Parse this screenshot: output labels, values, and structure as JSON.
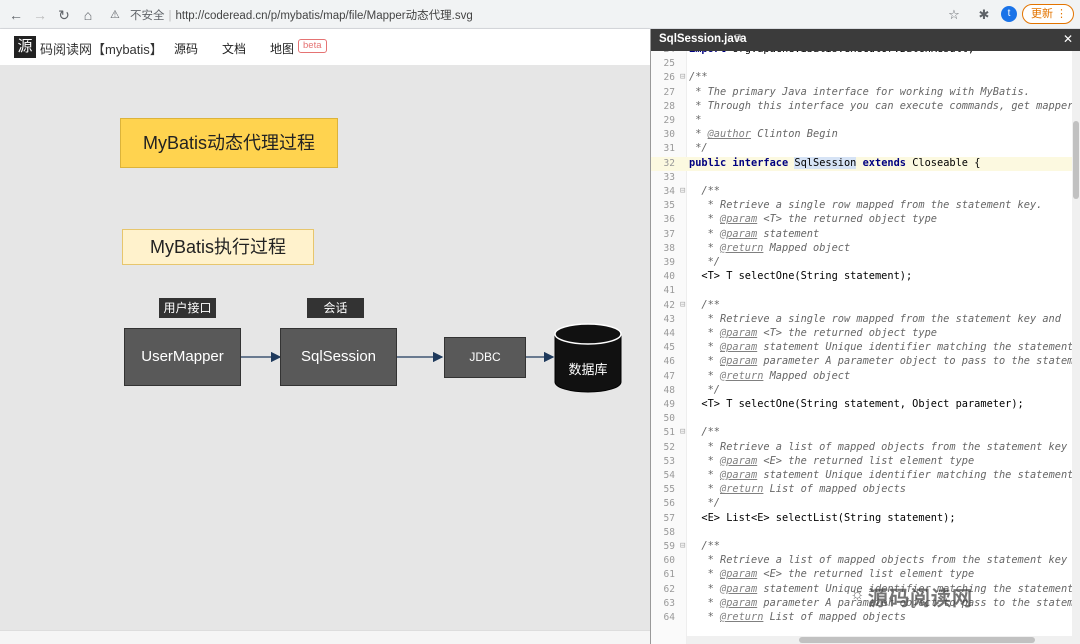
{
  "browser": {
    "insecure_label": "不安全",
    "url": "http://coderead.cn/p/mybatis/map/file/Mapper动态代理.svg",
    "update_label": "更新",
    "profile_initial": "t"
  },
  "site": {
    "logo_char": "源",
    "name": "码阅读网【mybatis】",
    "nav": [
      "源码",
      "文档",
      "地图"
    ],
    "beta": "beta"
  },
  "diagram": {
    "title_main": "MyBatis动态代理过程",
    "title_exec": "MyBatis执行过程",
    "tag_user": "用户接口",
    "tag_session": "会话",
    "node_mapper": "UserMapper",
    "node_session": "SqlSession",
    "node_jdbc": "JDBC",
    "node_db": "数据库",
    "colors": {
      "yellow": "#ffd34f",
      "cream": "#fff2cc",
      "node": "#595959"
    }
  },
  "panel": {
    "title": "SqlSession.java",
    "ext_icon": "external-link-icon",
    "close_icon": "close-icon"
  },
  "code": [
    {
      "n": "24",
      "t": [
        [
          "kw",
          "import"
        ],
        [
          "nm",
          " org.apache.ibatis.executor.BatchResult;"
        ]
      ]
    },
    {
      "n": "25",
      "t": []
    },
    {
      "n": "26",
      "f": true,
      "t": [
        [
          "cm",
          "/**"
        ]
      ]
    },
    {
      "n": "27",
      "t": [
        [
          "cm",
          " * The primary Java interface for working with MyBatis."
        ]
      ]
    },
    {
      "n": "28",
      "t": [
        [
          "cm",
          " * Through this interface you can execute commands, get mappers"
        ]
      ]
    },
    {
      "n": "29",
      "t": [
        [
          "cm",
          " *"
        ]
      ]
    },
    {
      "n": "30",
      "t": [
        [
          "cm",
          " * "
        ],
        [
          "tag",
          "@author"
        ],
        [
          "cm",
          " Clinton Begin"
        ]
      ]
    },
    {
      "n": "31",
      "t": [
        [
          "cm",
          " */"
        ]
      ]
    },
    {
      "n": "32",
      "hl": true,
      "t": [
        [
          "kw",
          "public interface "
        ],
        [
          "sel",
          "SqlSession"
        ],
        [
          "kw",
          " extends"
        ],
        [
          "nm",
          " Closeable {"
        ]
      ]
    },
    {
      "n": "33",
      "t": []
    },
    {
      "n": "34",
      "f": true,
      "t": [
        [
          "cm",
          "  /**"
        ]
      ]
    },
    {
      "n": "35",
      "t": [
        [
          "cm",
          "   * Retrieve a single row mapped from the statement key."
        ]
      ]
    },
    {
      "n": "36",
      "t": [
        [
          "cm",
          "   * "
        ],
        [
          "tag",
          "@param"
        ],
        [
          "cm",
          " <T> the returned object type"
        ]
      ]
    },
    {
      "n": "37",
      "t": [
        [
          "cm",
          "   * "
        ],
        [
          "tag",
          "@param"
        ],
        [
          "cm",
          " statement"
        ]
      ]
    },
    {
      "n": "38",
      "t": [
        [
          "cm",
          "   * "
        ],
        [
          "tag",
          "@return"
        ],
        [
          "cm",
          " Mapped object"
        ]
      ]
    },
    {
      "n": "39",
      "t": [
        [
          "cm",
          "   */"
        ]
      ]
    },
    {
      "n": "40",
      "t": [
        [
          "nm",
          "  <T> T selectOne(String statement);"
        ]
      ]
    },
    {
      "n": "41",
      "t": []
    },
    {
      "n": "42",
      "f": true,
      "t": [
        [
          "cm",
          "  /**"
        ]
      ]
    },
    {
      "n": "43",
      "t": [
        [
          "cm",
          "   * Retrieve a single row mapped from the statement key and"
        ]
      ]
    },
    {
      "n": "44",
      "t": [
        [
          "cm",
          "   * "
        ],
        [
          "tag",
          "@param"
        ],
        [
          "cm",
          " <T> the returned object type"
        ]
      ]
    },
    {
      "n": "45",
      "t": [
        [
          "cm",
          "   * "
        ],
        [
          "tag",
          "@param"
        ],
        [
          "cm",
          " statement Unique identifier matching the statement"
        ]
      ]
    },
    {
      "n": "46",
      "t": [
        [
          "cm",
          "   * "
        ],
        [
          "tag",
          "@param"
        ],
        [
          "cm",
          " parameter A parameter object to pass to the statement"
        ]
      ]
    },
    {
      "n": "47",
      "t": [
        [
          "cm",
          "   * "
        ],
        [
          "tag",
          "@return"
        ],
        [
          "cm",
          " Mapped object"
        ]
      ]
    },
    {
      "n": "48",
      "t": [
        [
          "cm",
          "   */"
        ]
      ]
    },
    {
      "n": "49",
      "t": [
        [
          "nm",
          "  <T> T selectOne(String statement, Object parameter);"
        ]
      ]
    },
    {
      "n": "50",
      "t": []
    },
    {
      "n": "51",
      "f": true,
      "t": [
        [
          "cm",
          "  /**"
        ]
      ]
    },
    {
      "n": "52",
      "t": [
        [
          "cm",
          "   * Retrieve a list of mapped objects from the statement key"
        ]
      ]
    },
    {
      "n": "53",
      "t": [
        [
          "cm",
          "   * "
        ],
        [
          "tag",
          "@param"
        ],
        [
          "cm",
          " <E> the returned list element type"
        ]
      ]
    },
    {
      "n": "54",
      "t": [
        [
          "cm",
          "   * "
        ],
        [
          "tag",
          "@param"
        ],
        [
          "cm",
          " statement Unique identifier matching the statement"
        ]
      ]
    },
    {
      "n": "55",
      "t": [
        [
          "cm",
          "   * "
        ],
        [
          "tag",
          "@return"
        ],
        [
          "cm",
          " List of mapped objects"
        ]
      ]
    },
    {
      "n": "56",
      "t": [
        [
          "cm",
          "   */"
        ]
      ]
    },
    {
      "n": "57",
      "t": [
        [
          "nm",
          "  <E> List<E> selectList(String statement);"
        ]
      ]
    },
    {
      "n": "58",
      "t": []
    },
    {
      "n": "59",
      "f": true,
      "t": [
        [
          "cm",
          "  /**"
        ]
      ]
    },
    {
      "n": "60",
      "t": [
        [
          "cm",
          "   * Retrieve a list of mapped objects from the statement key"
        ]
      ]
    },
    {
      "n": "61",
      "t": [
        [
          "cm",
          "   * "
        ],
        [
          "tag",
          "@param"
        ],
        [
          "cm",
          " <E> the returned list element type"
        ]
      ]
    },
    {
      "n": "62",
      "t": [
        [
          "cm",
          "   * "
        ],
        [
          "tag",
          "@param"
        ],
        [
          "cm",
          " statement Unique identifier matching the statement"
        ]
      ]
    },
    {
      "n": "63",
      "t": [
        [
          "cm",
          "   * "
        ],
        [
          "tag",
          "@param"
        ],
        [
          "cm",
          " parameter A parameter object to pass to the statement"
        ]
      ]
    },
    {
      "n": "64",
      "t": [
        [
          "cm",
          "   * "
        ],
        [
          "tag",
          "@return"
        ],
        [
          "cm",
          " List of mapped objects"
        ]
      ]
    }
  ],
  "watermark": "源码阅读网"
}
